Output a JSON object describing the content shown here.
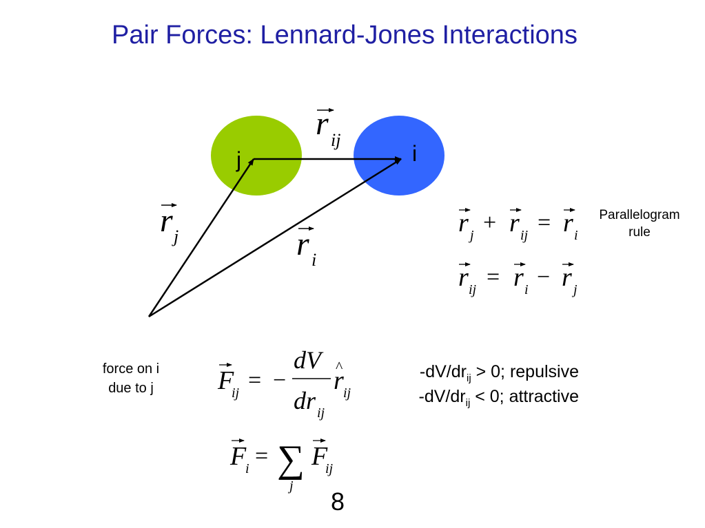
{
  "title": "Pair Forces: Lennard-Jones Interactions",
  "colors": {
    "title": "#1f1fa3",
    "particle_j": "#99cc00",
    "particle_i": "#3366ff",
    "text": "#000000"
  },
  "particles": {
    "j_label": "j",
    "i_label": "i"
  },
  "vectors": {
    "symbol": "r",
    "sub_ij": "ij",
    "sub_j": "j",
    "sub_i": "i"
  },
  "parallelogram_note": [
    "Parallelogram",
    "rule"
  ],
  "force_note": [
    "force on i",
    "due to j"
  ],
  "equations": {
    "F_sym": "F",
    "sub_ij": "ij",
    "sub_i": "i",
    "sub_j": "j",
    "dV": "dV",
    "dr": "dr",
    "plus": "+",
    "minus": "−",
    "equals": "=",
    "sum": "∑"
  },
  "conditions": [
    {
      "pre": "-dV/dr",
      "sub": "ij",
      "post": " > 0; repulsive"
    },
    {
      "pre": "-dV/dr",
      "sub": "ij",
      "post": " < 0; attractive"
    }
  ],
  "page_number": "8"
}
